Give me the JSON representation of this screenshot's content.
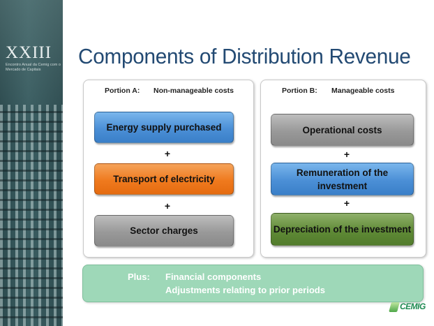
{
  "header": {
    "edition": "XXIII",
    "edition_subtitle": "Encontro Anual da Cemig com o Mercado de Capitais",
    "title": "Components of Distribution Revenue"
  },
  "portion_a": {
    "label": "Portion A:",
    "description": "Non-manageable costs",
    "items": [
      "Energy supply purchased",
      "Transport of electricity",
      "Sector charges"
    ],
    "separator": "+"
  },
  "portion_b": {
    "label": "Portion B:",
    "description": "Manageable costs",
    "items": [
      "Operational costs",
      "Remuneration of the investment",
      "Depreciation of the investment"
    ],
    "separator": "+"
  },
  "plus_section": {
    "label": "Plus:",
    "lines": [
      "Financial components",
      "Adjustments relating to prior periods"
    ]
  },
  "logo": {
    "text": "CEMIG"
  },
  "colors": {
    "title": "#234a73",
    "blue": "#4b8fd6",
    "orange": "#ef7a1e",
    "gray": "#999999",
    "green": "#5f8a36",
    "plus_bg": "#9ed8b8"
  }
}
